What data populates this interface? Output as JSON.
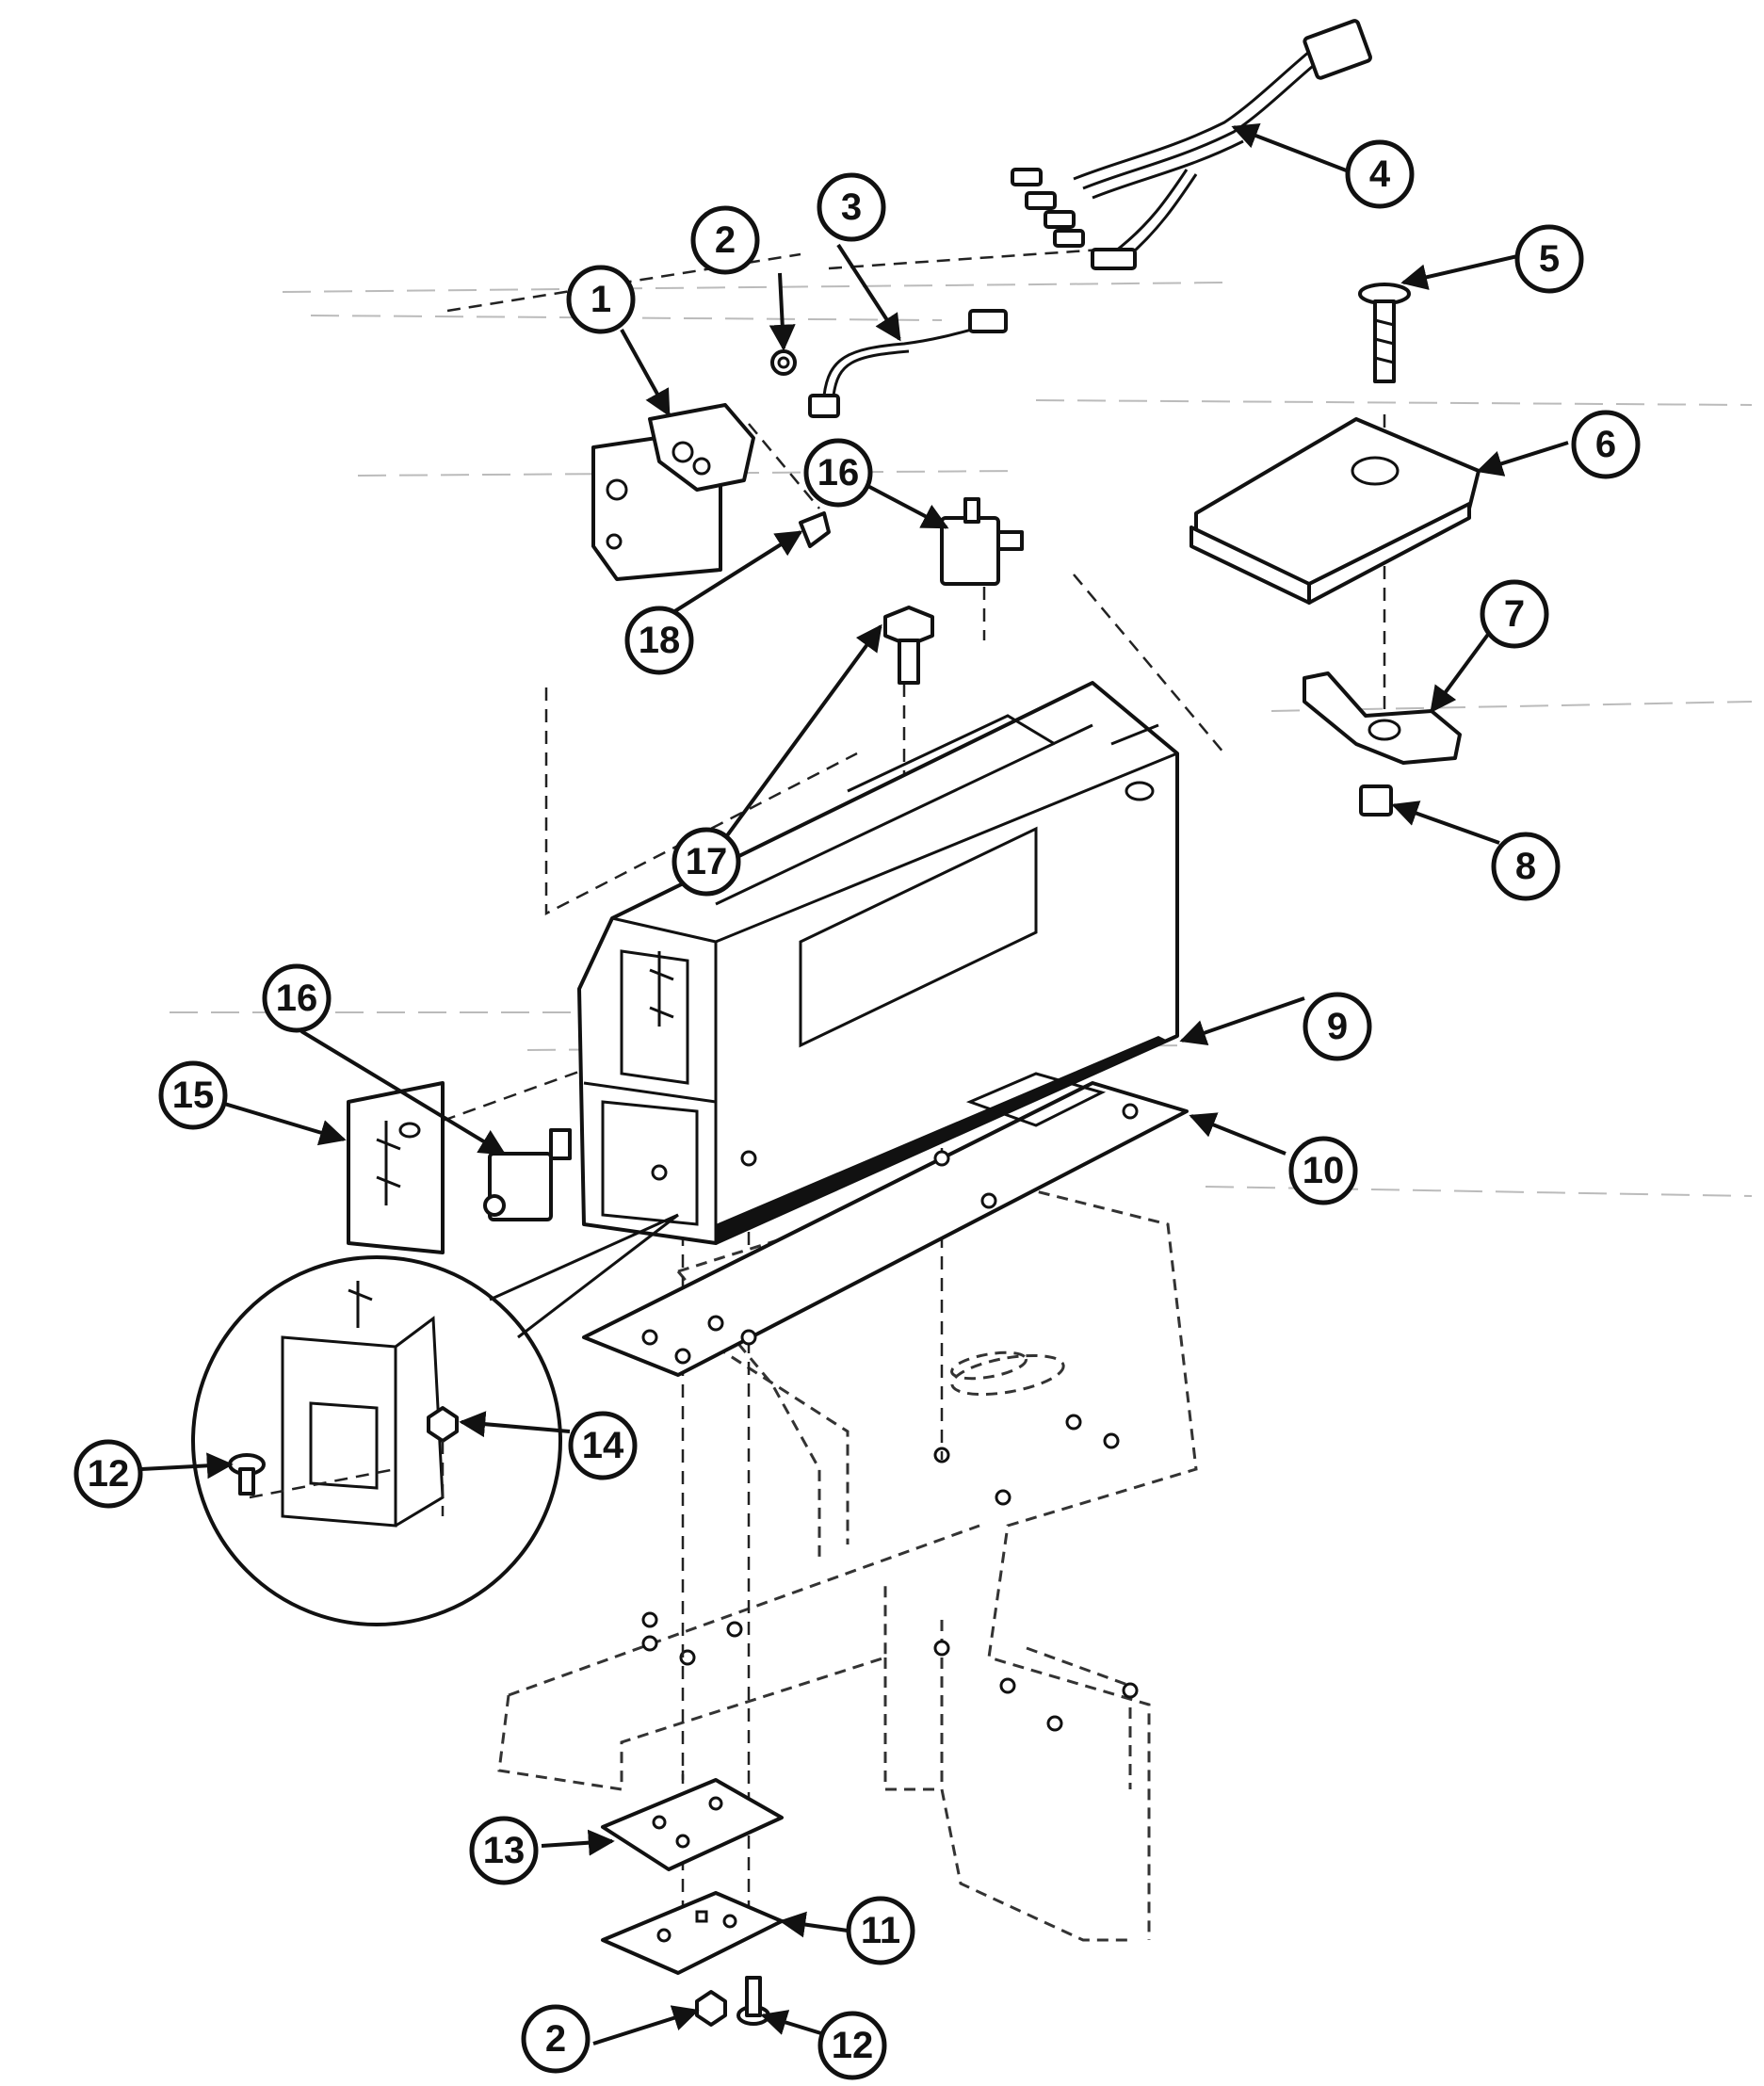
{
  "diagram": {
    "callouts": [
      {
        "id": "c1",
        "label": "1"
      },
      {
        "id": "c2a",
        "label": "2"
      },
      {
        "id": "c3",
        "label": "3"
      },
      {
        "id": "c4",
        "label": "4"
      },
      {
        "id": "c5",
        "label": "5"
      },
      {
        "id": "c6",
        "label": "6"
      },
      {
        "id": "c7",
        "label": "7"
      },
      {
        "id": "c8",
        "label": "8"
      },
      {
        "id": "c9",
        "label": "9"
      },
      {
        "id": "c10",
        "label": "10"
      },
      {
        "id": "c11",
        "label": "11"
      },
      {
        "id": "c12a",
        "label": "12"
      },
      {
        "id": "c12b",
        "label": "12"
      },
      {
        "id": "c13",
        "label": "13"
      },
      {
        "id": "c14",
        "label": "14"
      },
      {
        "id": "c15",
        "label": "15"
      },
      {
        "id": "c16a",
        "label": "16"
      },
      {
        "id": "c16b",
        "label": "16"
      },
      {
        "id": "c17",
        "label": "17"
      },
      {
        "id": "c18",
        "label": "18"
      },
      {
        "id": "c2b",
        "label": "2"
      }
    ]
  }
}
